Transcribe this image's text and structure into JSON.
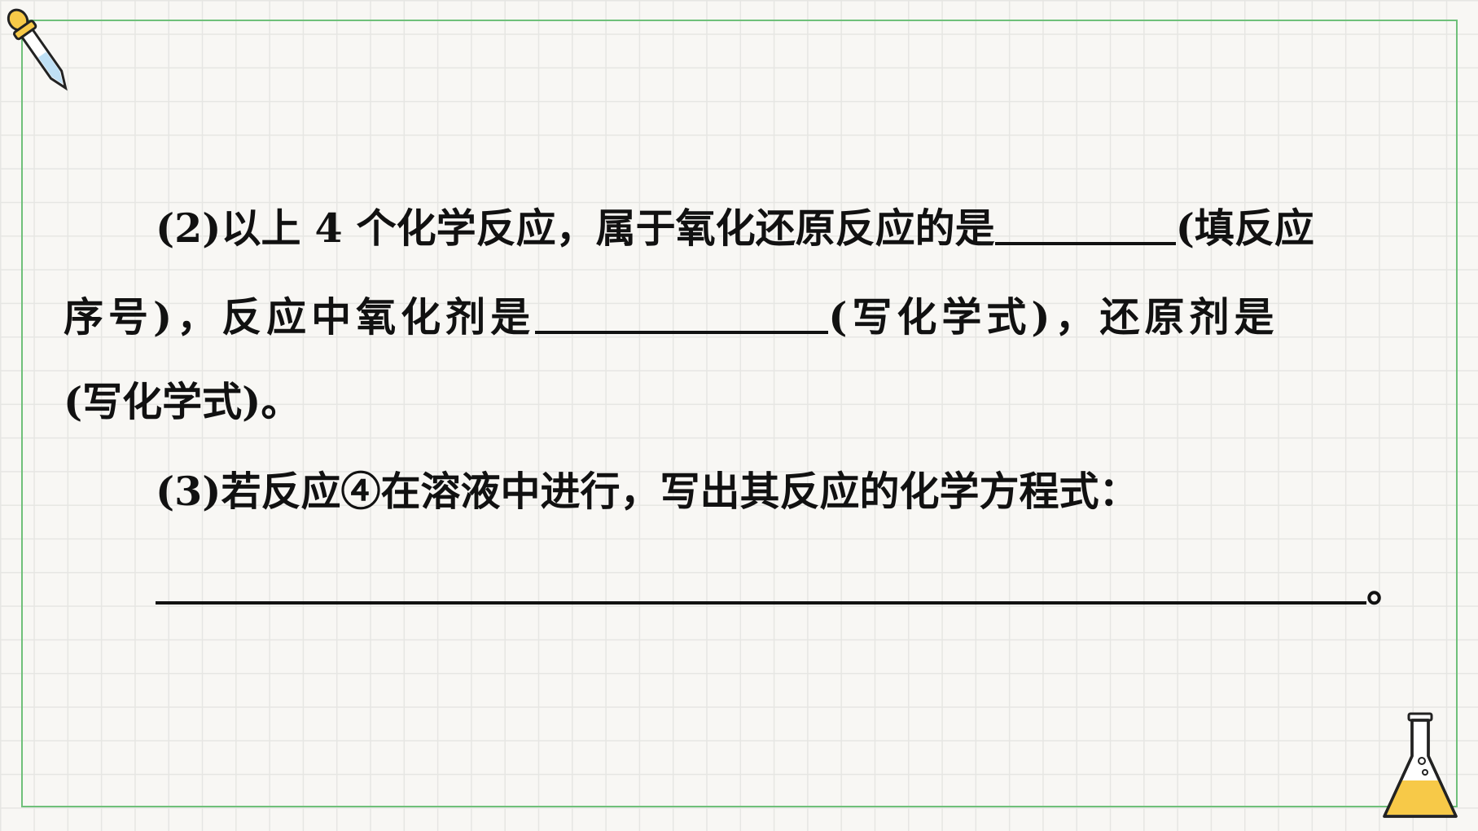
{
  "question_part2": {
    "line1_prefix": "(2)以上 4 个化学反应，属于氧化还原反应的是",
    "line1_suffix": "(填反应",
    "line2_prefix": "序号)，反应中氧化剂是",
    "line2_suffix": "(写化学式)，还原剂是",
    "line3": "(写化学式)。"
  },
  "question_part3": {
    "line1": "(3)若反应④在溶液中进行，写出其反应的化学方程式：",
    "line2_suffix": "。"
  },
  "colors": {
    "frame": "#6fc07a",
    "grid": "#e6e6e3",
    "background": "#f8f7f4",
    "flask_liquid": "#f7c948",
    "dropper_glass": "#bfe0f5"
  },
  "decorations": {
    "top_left": "dropper-icon",
    "bottom_right": "flask-icon"
  }
}
